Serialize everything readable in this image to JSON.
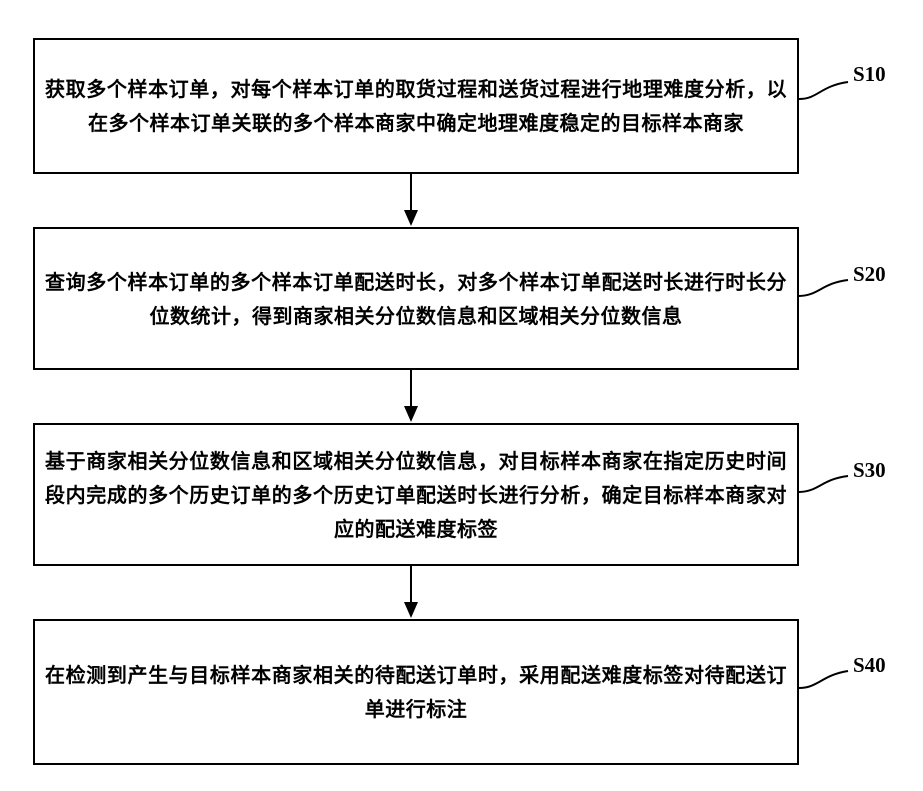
{
  "steps": [
    {
      "label": "S10",
      "text": "获取多个样本订单，对每个样本订单的取货过程和送货过程进行地理难度分析，以在多个样本订单关联的多个样本商家中确定地理难度稳定的目标样本商家"
    },
    {
      "label": "S20",
      "text": "查询多个样本订单的多个样本订单配送时长，对多个样本订单配送时长进行时长分位数统计，得到商家相关分位数信息和区域相关分位数信息"
    },
    {
      "label": "S30",
      "text": "基于商家相关分位数信息和区域相关分位数信息，对目标样本商家在指定历史时间段内完成的多个历史订单的多个历史订单配送时长进行分析，确定目标样本商家对应的配送难度标签"
    },
    {
      "label": "S40",
      "text": "在检测到产生与目标样本商家相关的待配送订单时，采用配送难度标签对待配送订单进行标注"
    }
  ]
}
